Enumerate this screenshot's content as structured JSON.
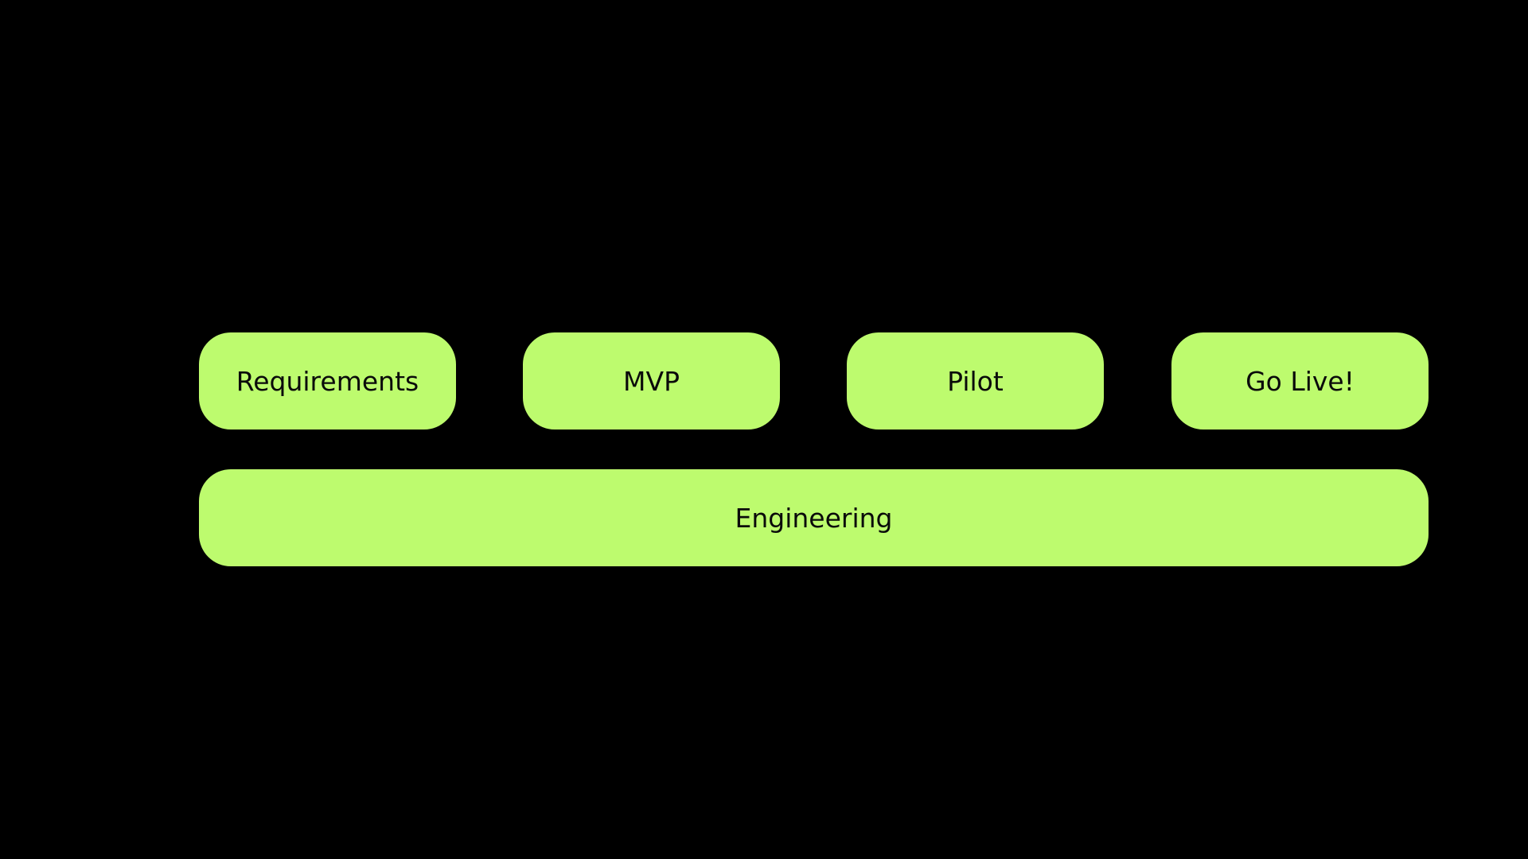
{
  "diagram": {
    "stages": [
      {
        "label": "Requirements"
      },
      {
        "label": "MVP"
      },
      {
        "label": "Pilot"
      },
      {
        "label": "Go Live!"
      }
    ],
    "foundation": {
      "label": "Engineering"
    }
  },
  "colors": {
    "background": "#000000",
    "box_fill": "#bdfb6e",
    "text": "#0a0a0a"
  }
}
